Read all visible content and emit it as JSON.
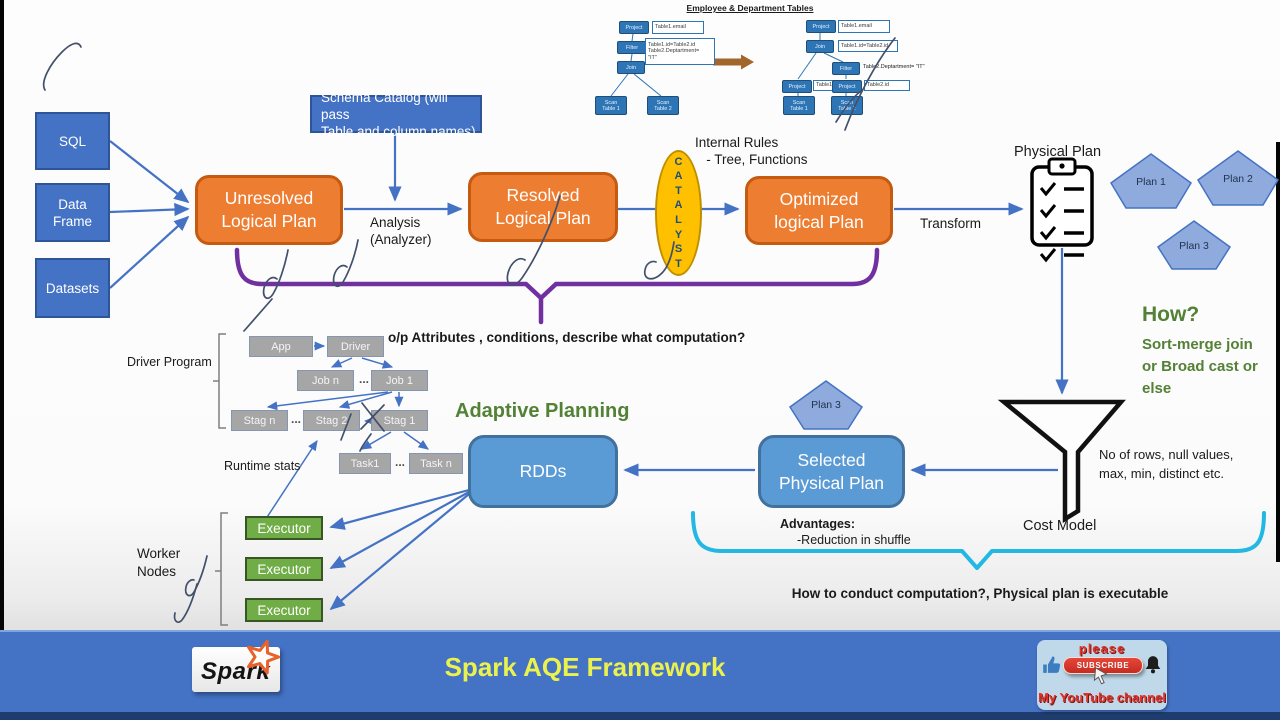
{
  "top_diagram": {
    "title": "Employee & Department Tables",
    "nodes": {
      "project": "Project",
      "filter": "Filter",
      "join": "Join",
      "scan1": "Scan\nTable 1",
      "scan2": "Scan\nTable 2"
    },
    "left_labels": {
      "project": "Table1.email",
      "filter": "Table1.id=Table2.id\nTable2.Deptartment=\n\"IT\""
    },
    "right_labels": {
      "project": "Table1.email",
      "join": "Table1.id=Table2.id",
      "filter": "Table2.Deptartment= \"IT\"",
      "project_left": "Table1.id",
      "project_right": "Table2.id"
    }
  },
  "sources": {
    "sql": "SQL",
    "dataframe": "Data\nFrame",
    "datasets": "Datasets"
  },
  "schema_catalog": "Schema Catalog (will pass\nTable and column names)",
  "flow": {
    "unresolved": "Unresolved\nLogical Plan",
    "analysis": "Analysis\n(Analyzer)",
    "resolved": "Resolved\nLogical Plan",
    "catalyst": "C\nA\nT\nA\nL\nY\nS\nT",
    "internal_rules": "Internal Rules\n   - Tree, Functions",
    "optimized": "Optimized\nlogical Plan",
    "transform": "Transform",
    "physical_plan": "Physical Plan"
  },
  "plans": {
    "plan1": "Plan 1",
    "plan2": "Plan 2",
    "plan3": "Plan 3"
  },
  "notes": {
    "op_attributes": "o/p Attributes , conditions, describe what computation?",
    "adaptive": "Adaptive Planning",
    "how_title": "How?",
    "how_body": "Sort-merge join\nor Broad cast or\nelse",
    "stats": "No of rows, null values,\nmax, min, distinct etc.",
    "cost_model": "Cost Model",
    "advantages_title": "Advantages:",
    "advantages_item": "-Reduction in shuffle",
    "bottom": "How to conduct computation?, Physical plan is executable",
    "runtime_stats": "Runtime stats"
  },
  "driver_tree": {
    "label": "Driver Program",
    "app": "App",
    "driver": "Driver",
    "job_n": "Job n",
    "job_1": "Job 1",
    "stag_n": "Stag n",
    "stag_2": "Stag 2",
    "stag_1": "Stag 1",
    "task_1": "Task1",
    "task_n": "Task n",
    "dots": "..."
  },
  "exec_plan": {
    "rdds": "RDDs",
    "selected": "Selected\nPhysical Plan"
  },
  "worker": {
    "label": "Worker\nNodes",
    "executors": [
      "Executor",
      "Executor",
      "Executor"
    ]
  },
  "footer": {
    "logo": "Spark",
    "title": "Spark AQE Framework",
    "subscribe": {
      "please": "please",
      "button": "SUBSCRIBE",
      "channel": "My YouTube channel"
    }
  },
  "colors": {
    "accent_blue": "#4472C4",
    "orange": "#ED7D31",
    "gold": "#FFC000",
    "purple": "#7030A0",
    "cyan": "#22B8E3",
    "green_box": "#70AD47",
    "green_text": "#538135",
    "pentagon": "#8FAADC",
    "gray_box": "#A6A6A6"
  }
}
